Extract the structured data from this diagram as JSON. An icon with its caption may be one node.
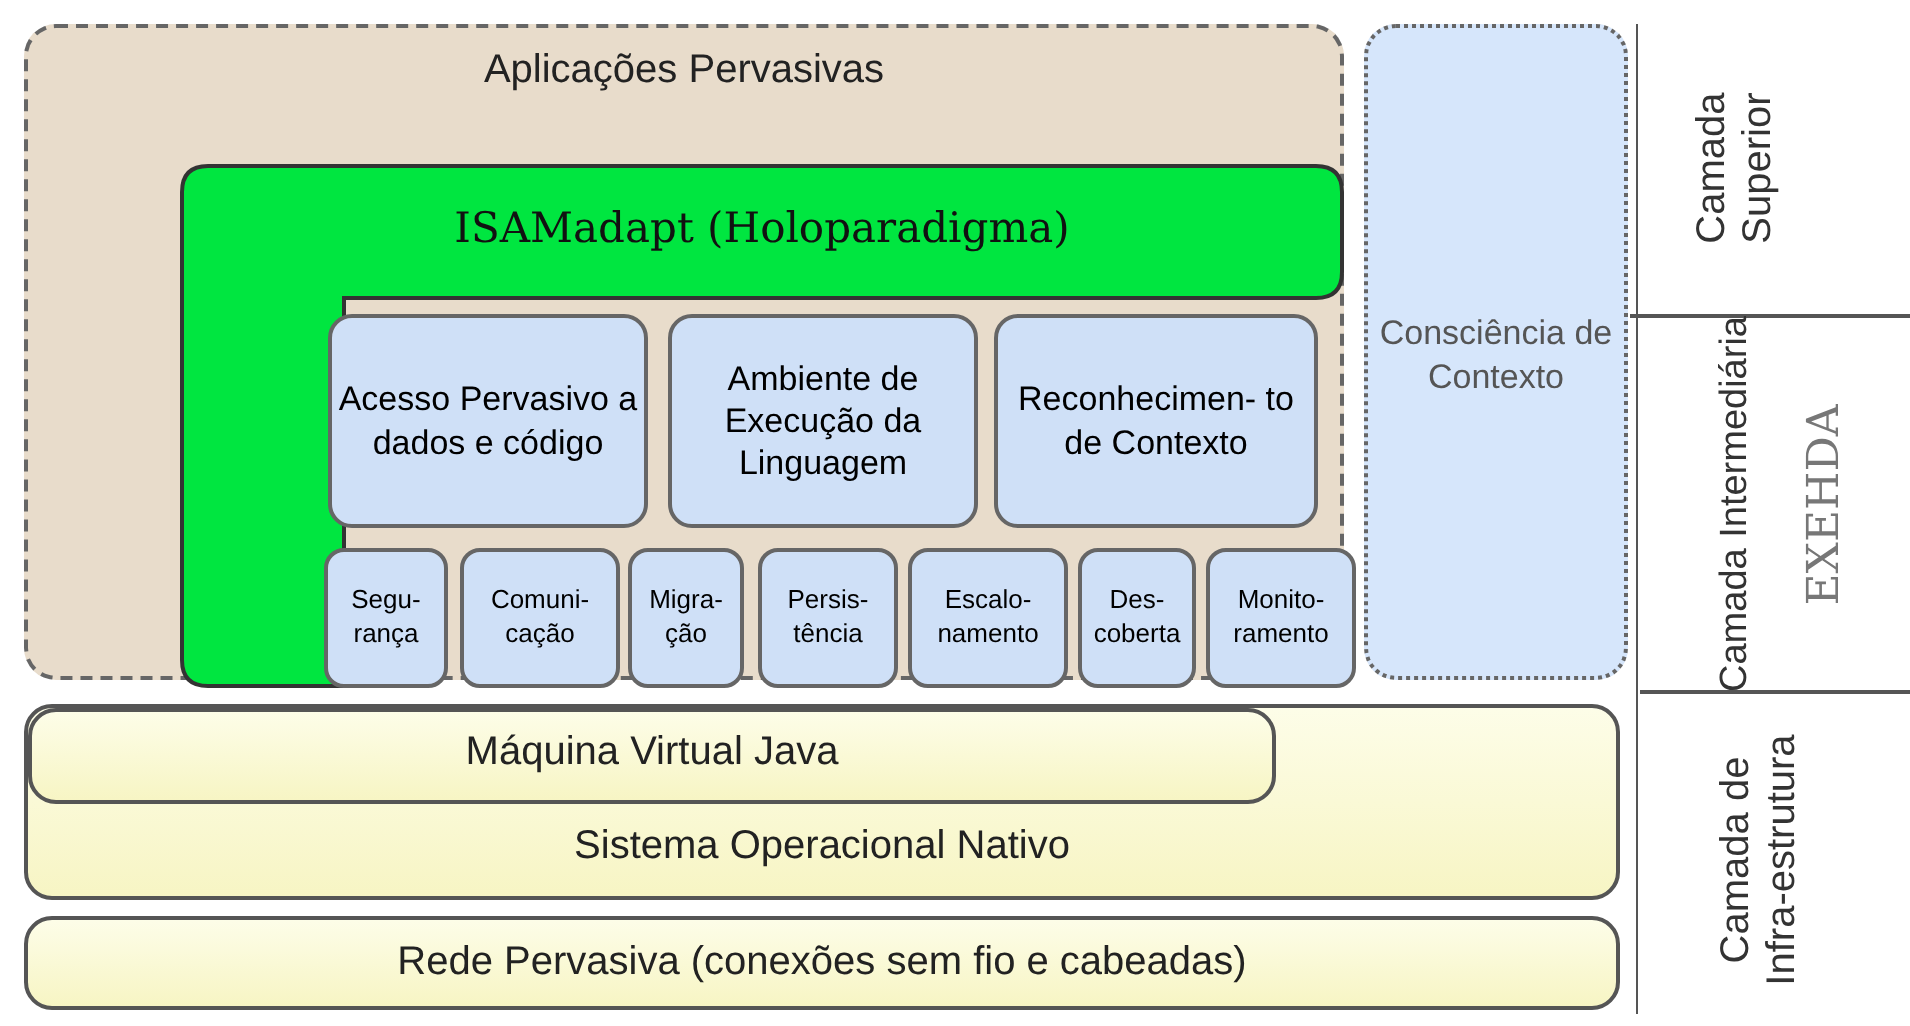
{
  "diagram": {
    "nodes": [
      {
        "text": [
          "Aplicações Pervasivas"
        ]
      },
      {
        "text": [
          "ISAMadapt (Holoparadigma)"
        ],
        "in": 0
      },
      {
        "text": [
          "Acesso Pervasivo a dados e código"
        ],
        "in": 0
      },
      {
        "text": [
          "Ambiente de Execução da Linguagem"
        ],
        "in": 0
      },
      {
        "text": [
          "Reconhecimen- to de Contexto"
        ],
        "in": 0
      },
      {
        "text": [
          "Segu- rança"
        ],
        "in": 0
      },
      {
        "text": [
          "Comuni- cação"
        ],
        "in": 0
      },
      {
        "text": [
          "Migra- ção"
        ],
        "in": 0
      },
      {
        "text": [
          "Persis- tência"
        ],
        "in": 0
      },
      {
        "text": [
          "Escalo- namento"
        ],
        "in": 0
      },
      {
        "text": [
          "Des- coberta"
        ],
        "in": 0
      },
      {
        "text": [
          "Monito- ramento"
        ],
        "in": 0
      },
      {
        "text": [
          "Consciência de Contexto"
        ]
      },
      {
        "text": [
          "Sistema Operacional Nativo"
        ]
      },
      {
        "text": [
          "Máquina Virtual Java"
        ],
        "in": 13
      },
      {
        "text": [
          "Rede Pervasiva (conexões sem fio e cabeadas)"
        ]
      }
    ],
    "edges": [],
    "labels": [
      "Camada Superior",
      "Camada Intermediária",
      "EXEHDA",
      "Camada de Infra-estrutura"
    ]
  }
}
